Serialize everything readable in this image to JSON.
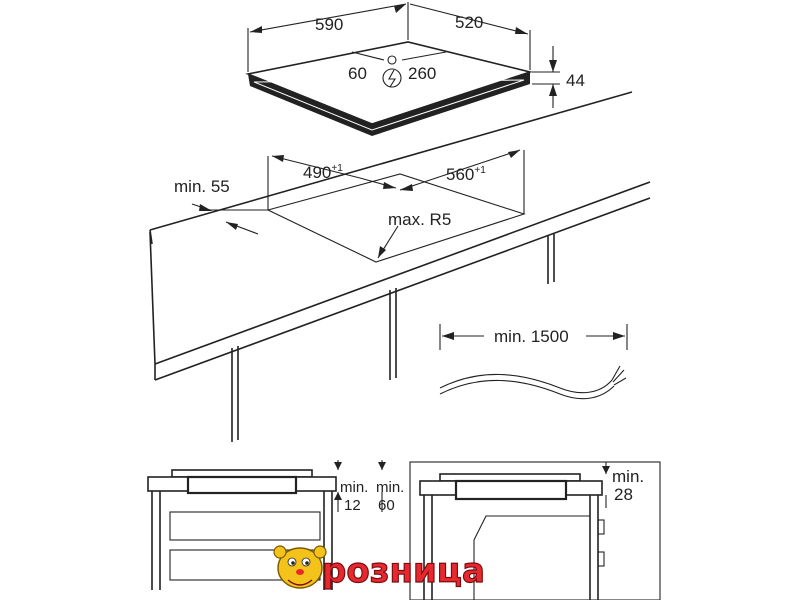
{
  "hob": {
    "width": "590",
    "depth": "520",
    "height": "44",
    "connector_left": "60",
    "connector_right": "260",
    "power_symbol": "power-bolt-icon"
  },
  "cutout": {
    "width": "490",
    "width_tol": "+1",
    "depth": "560",
    "depth_tol": "+1",
    "radius": "max. R5",
    "edge_distance": "min. 55"
  },
  "cable": {
    "length": "min. 1500"
  },
  "side_left": {
    "clearance_a_label": "min.",
    "clearance_a": "12",
    "clearance_b_label": "min.",
    "clearance_b": "60"
  },
  "side_right": {
    "clearance_label": "min.",
    "clearance": "28"
  },
  "watermark": {
    "text": "розница",
    "icon": "smiley-mascot-icon",
    "colors": {
      "text": "#e8282f",
      "mascot": "#f3c21b"
    }
  }
}
